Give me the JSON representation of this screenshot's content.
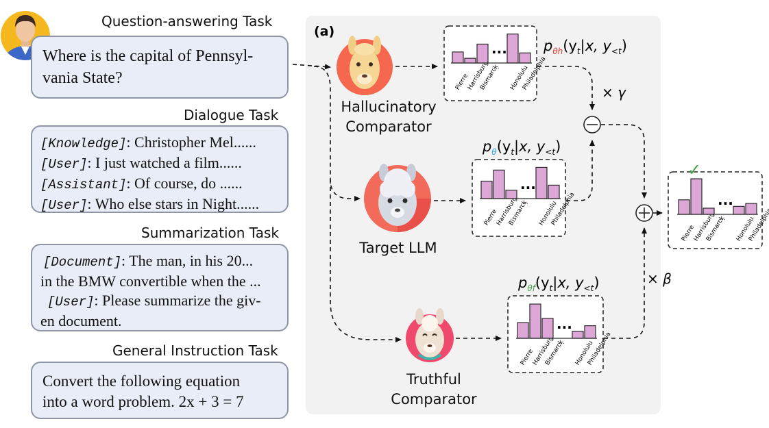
{
  "panel_tag": "(a)",
  "tasks": {
    "qa": {
      "title": "Question-answering Task",
      "lines": [
        "Where is the capital of Pennsyl-",
        "vania State?"
      ]
    },
    "dialogue": {
      "title": "Dialogue Task",
      "rows": [
        {
          "tag": "[Knowledge]",
          "text": ": Christopher Mel......"
        },
        {
          "tag": "[User]",
          "text": ": I just watched a film......"
        },
        {
          "tag": "[Assistant]",
          "text": ": Of course, do ......"
        },
        {
          "tag": "[User]",
          "text": ": Who else stars in Night......"
        }
      ]
    },
    "summarization": {
      "title": "Summarization Task",
      "rows": [
        {
          "tag": "[Document]",
          "text": ": The man, in his 20..."
        },
        {
          "tag": "",
          "text": "in the BMW convertible when the ..."
        },
        {
          "tag": "[User]",
          "text": ": Please summarize the giv-"
        },
        {
          "tag": "",
          "text": "en document."
        }
      ]
    },
    "general": {
      "title": "General Instruction Task",
      "lines": [
        "Convert the following equation",
        "into a word problem.  2x + 3 = 7"
      ]
    }
  },
  "models": {
    "hallucinatory": {
      "label_lines": [
        "Hallucinatory",
        "Comparator"
      ]
    },
    "target": {
      "label_lines": [
        "Target LLM"
      ]
    },
    "truthful": {
      "label_lines": [
        "Truthful",
        "Comparator"
      ]
    }
  },
  "formulas": {
    "hallucinatory": {
      "p": "p",
      "sub": "θh",
      "rest": "(y",
      "t": "t",
      "mid": "|x, y",
      "lt": "<t",
      "end": ")"
    },
    "target": {
      "p": "p",
      "sub": "θ",
      "rest": "(y",
      "t": "t",
      "mid": "|x, y",
      "lt": "<t",
      "end": ")"
    },
    "truthful": {
      "p": "p",
      "sub": "θf",
      "rest": "(y",
      "t": "t",
      "mid": "|x, y",
      "lt": "<t",
      "end": ")"
    }
  },
  "operators": {
    "gamma": "× γ",
    "beta": "× β",
    "minus": "⊖",
    "plus": "⊕",
    "check": "✓"
  },
  "colors": {
    "bar_fill": "#dca6d6",
    "bar_stroke": "#2a2a2a",
    "task_box_bg": "#e9edf7",
    "panel_bg": "#f2f2f2",
    "theta_h_color": "#e53935",
    "theta_color": "#29a3d6",
    "theta_f_color": "#43a047",
    "check_color": "#43a047"
  },
  "chart_data": [
    {
      "type": "bar",
      "name": "hallucinatory",
      "categories": [
        "Pierre",
        "Harrisburg",
        "Bismarck",
        "...",
        "Honolulu",
        "Philadelphia"
      ],
      "values": [
        0.35,
        0.15,
        0.6,
        null,
        0.92,
        0.32
      ]
    },
    {
      "type": "bar",
      "name": "target",
      "categories": [
        "Pierre",
        "Harrisburg",
        "Bismarck",
        "...",
        "Honolulu",
        "Philadelphia"
      ],
      "values": [
        0.52,
        0.85,
        0.25,
        null,
        0.93,
        0.4
      ]
    },
    {
      "type": "bar",
      "name": "truthful",
      "categories": [
        "Pierre",
        "Harrisburg",
        "Bismarck",
        "...",
        "Honolulu",
        "Philadelphia"
      ],
      "values": [
        0.45,
        0.98,
        0.57,
        null,
        0.2,
        0.36
      ]
    },
    {
      "type": "bar",
      "name": "output",
      "categories": [
        "Pierre",
        "Harrisburg",
        "Bismarck",
        "...",
        "Honolulu",
        "Philadelphia"
      ],
      "values": [
        0.4,
        0.98,
        0.17,
        null,
        0.22,
        0.3
      ]
    }
  ]
}
